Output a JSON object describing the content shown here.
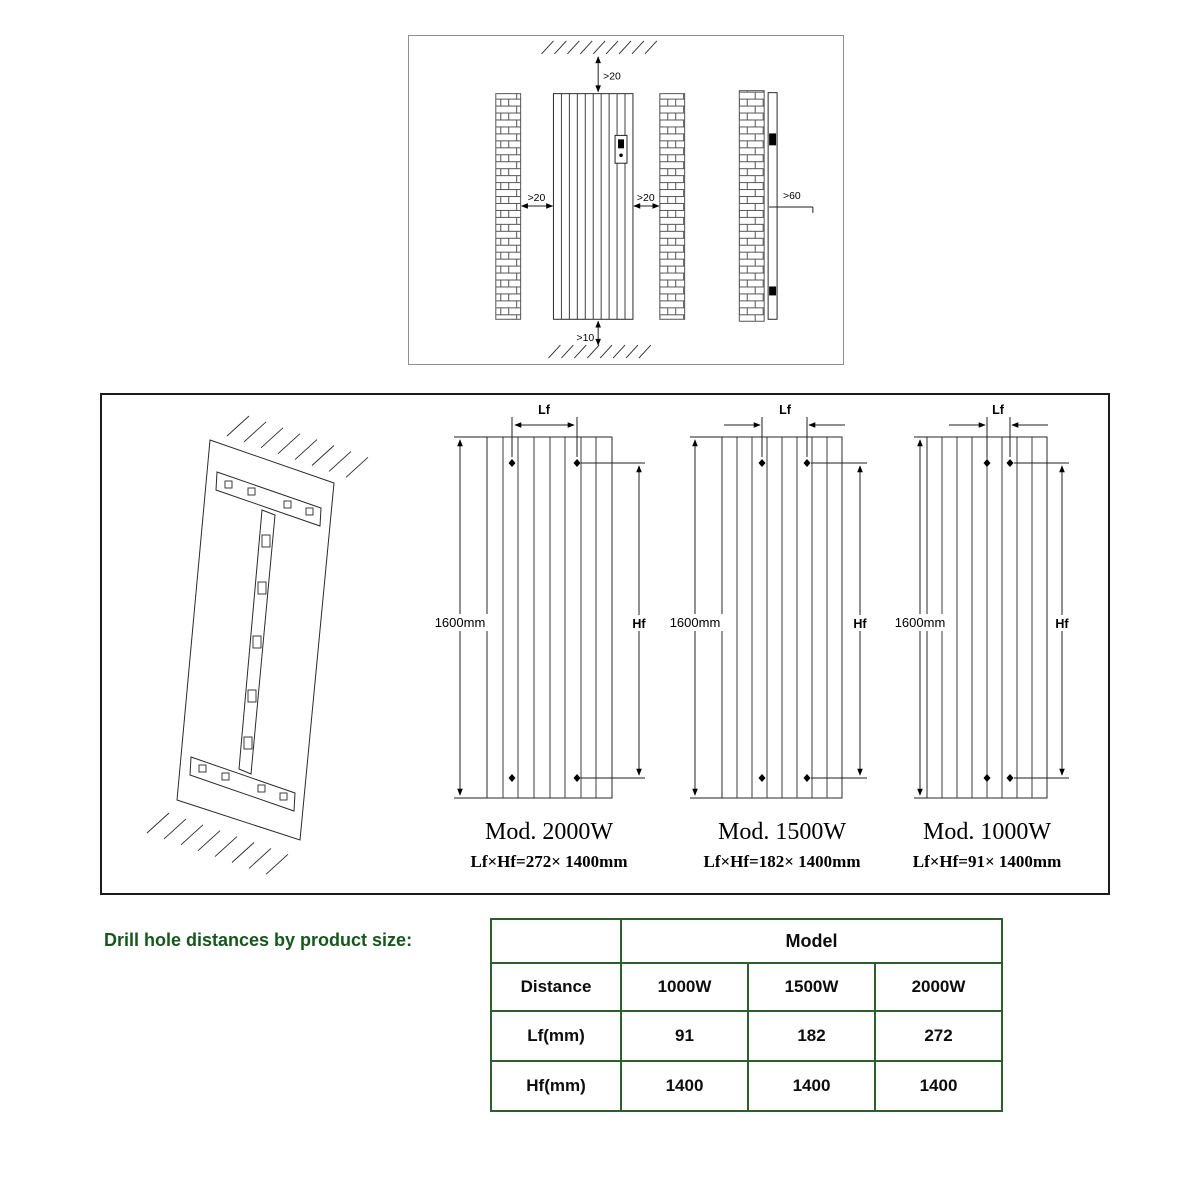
{
  "clearance_diagram": {
    "top_clearance": ">20",
    "left_clearance": ">20",
    "right_clearance": ">20",
    "side_clearance": ">60",
    "bottom_clearance": ">10"
  },
  "install_diagrams": {
    "panels": [
      {
        "lf": "Lf",
        "hf": "Hf",
        "height": "1600mm",
        "model": "Mod. 2000W",
        "formula": "Lf×Hf=272× 1400mm"
      },
      {
        "lf": "Lf",
        "hf": "Hf",
        "height": "1600mm",
        "model": "Mod. 1500W",
        "formula": "Lf×Hf=182× 1400mm"
      },
      {
        "lf": "Lf",
        "hf": "Hf",
        "height": "1600mm",
        "model": "Mod. 1000W",
        "formula": "Lf×Hf=91× 1400mm"
      }
    ]
  },
  "table_section": {
    "caption": "Drill hole distances by product size:",
    "model_header": "Model",
    "columns": [
      "Distance",
      "1000W",
      "1500W",
      "2000W"
    ],
    "rows": [
      {
        "label": "Lf(mm)",
        "values": [
          "91",
          "182",
          "272"
        ]
      },
      {
        "label": "Hf(mm)",
        "values": [
          "1400",
          "1400",
          "1400"
        ]
      }
    ]
  },
  "colors": {
    "caption_green": "#16571c",
    "table_border_green": "#2d5e2d",
    "line_black": "#1c1c1c"
  }
}
